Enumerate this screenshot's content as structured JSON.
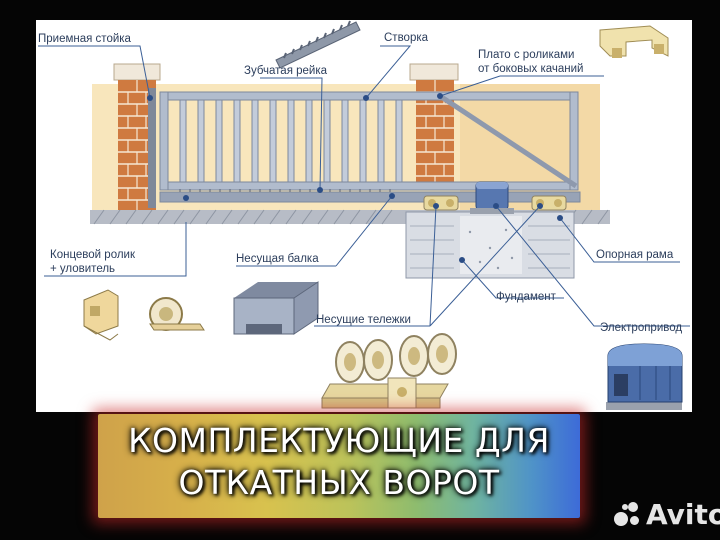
{
  "labels": {
    "receiving_post": "Приемная стойка",
    "gear_rack": "Зубчатая рейка",
    "leaf": "Створка",
    "roller_plate_1": "Плато с роликами",
    "roller_plate_2": "от боковых качаний",
    "end_roller_1": "Концевой ролик",
    "end_roller_2": "+ уловитель",
    "bearing_beam": "Несущая балка",
    "support_frame": "Опорная рама",
    "foundation": "Фундамент",
    "bearing_carriages": "Несущие тележки",
    "electric_drive": "Электропривод"
  },
  "banner": {
    "line1": "КОМПЛЕКТУЮЩИЕ ДЛЯ",
    "line2": "ОТКАТНЫХ ВОРОТ"
  },
  "watermark": {
    "text": "Avito"
  },
  "colors": {
    "background": "#050505",
    "panel": "#ffffff",
    "label_text": "#2c3e5c",
    "leader_line": "#3b5f96",
    "brick": "#c8743c",
    "ground": "#b9bfc9",
    "gate_frame": "#a9b4c6",
    "wall_beige": "#f6e2b4"
  }
}
